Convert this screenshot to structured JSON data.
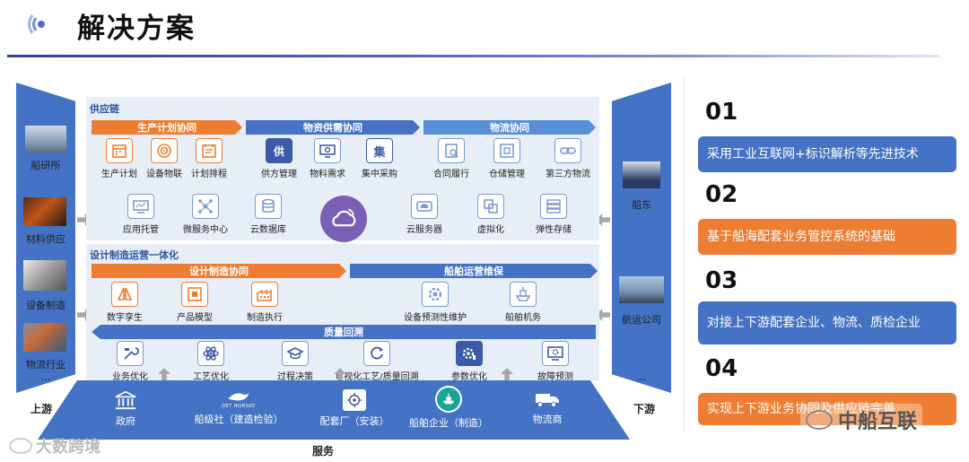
{
  "header": {
    "title": "解决方案"
  },
  "left_panel": {
    "items": [
      "船研所",
      "材料供应",
      "设备制造",
      "物流行业",
      "…"
    ],
    "footer": "上游"
  },
  "right_panel": {
    "items": [
      "船东",
      "航运公司",
      "…"
    ],
    "footer": "下游"
  },
  "supply_chain": {
    "title": "供应链",
    "bars": [
      "生产计划协同",
      "物资供需协同",
      "物流协同"
    ],
    "row1": [
      "生产计划",
      "设备物联",
      "计划排程",
      "供方管理",
      "物料需求",
      "集中采购",
      "合同履行",
      "仓储管理",
      "第三方物流"
    ],
    "row2": [
      "应用托管",
      "微服务中心",
      "云数据库",
      "云服务器",
      "虚拟化",
      "弹性存储"
    ],
    "icon_glyph_ji": "集",
    "icon_glyph_gong": "供"
  },
  "design": {
    "title": "设计制造运营一体化",
    "bars": [
      "设计制造协同",
      "船舶运营维保"
    ],
    "row1": [
      "数字孪生",
      "产品模型",
      "制造执行",
      "设备预测性维护",
      "船舶机务"
    ],
    "quality": "质量回溯",
    "row2": [
      "业务优化",
      "工艺优化",
      "过程决策",
      "可视化工艺/质量回溯",
      "参数优化",
      "故障预测"
    ]
  },
  "service": {
    "items": [
      "政府",
      "船级社（建造检验）",
      "配套厂（安装）",
      "船舶企业（制造）",
      "物流商"
    ],
    "dnv": "DET NORSKE",
    "footer": "服务"
  },
  "list": [
    {
      "num": "01",
      "text": "采用工业互联网+标识解析等先进技术"
    },
    {
      "num": "02",
      "text": "基于船海配套业务管控系统的基础"
    },
    {
      "num": "03",
      "text": "对接上下游配套企业、物流、质检企业"
    },
    {
      "num": "04",
      "text": "实现上下游业务协同及供应链完善"
    }
  ],
  "watermarks": {
    "left": "大数跨境",
    "right": "中船互联"
  },
  "colors": {
    "blue": "#4472c4",
    "orange": "#ed7d31",
    "purple": "#7b5fb5"
  }
}
